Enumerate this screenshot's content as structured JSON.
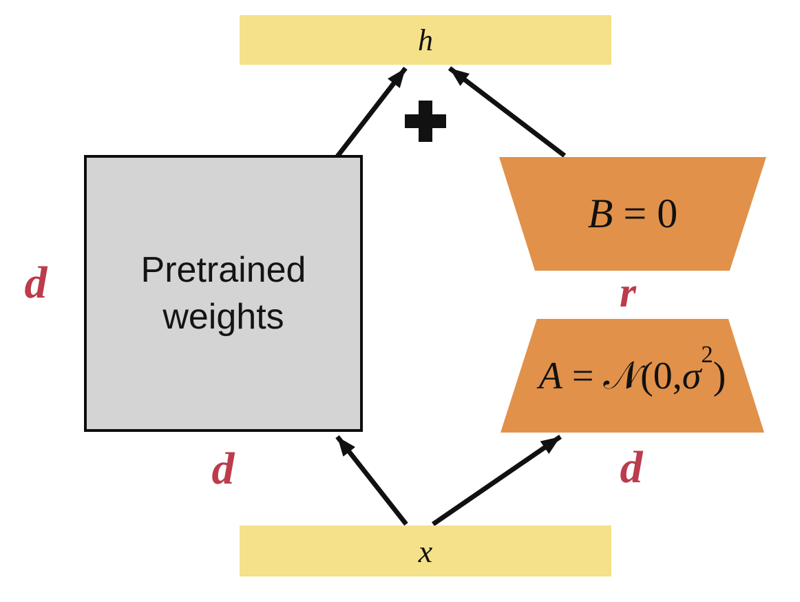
{
  "figure": {
    "colors": {
      "bar_fill": "#f4e189",
      "trapezoid_fill": "#e1914a",
      "box_fill": "#d4d4d4",
      "dim_label": "#bb3c4c",
      "arrow": "#111111"
    },
    "output_bar": {
      "label": "h"
    },
    "input_bar": {
      "label": "x"
    },
    "pretrained_box": {
      "line1": "Pretrained",
      "line2": "weights"
    },
    "matrix_b": {
      "variable": "B",
      "rest": " = 0"
    },
    "matrix_a": {
      "variable": "A",
      "equals": " = ",
      "script_n": "𝒩",
      "open_paren": "(0,",
      "sigma": "σ",
      "exponent": "2",
      "close_paren": ")"
    },
    "plus_operator": "+",
    "dims": {
      "left_d": "d",
      "bottom_left_d": "d",
      "rank_r": "r",
      "bottom_right_d": "d"
    }
  }
}
